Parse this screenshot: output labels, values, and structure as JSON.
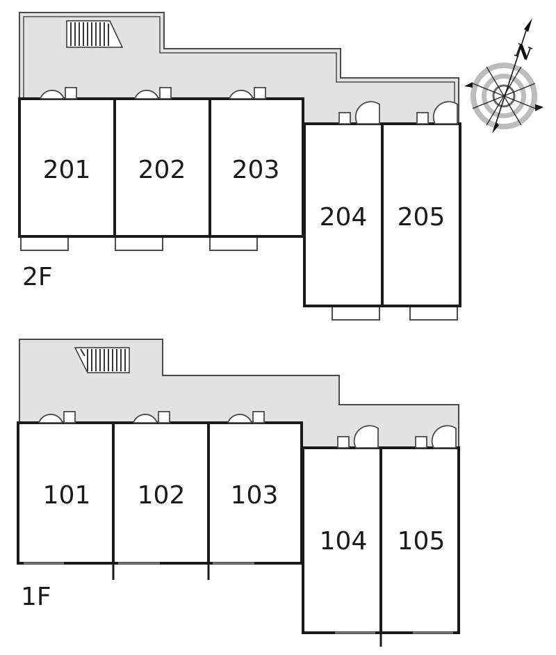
{
  "floors": [
    {
      "label": "2F",
      "rooms": [
        "201",
        "202",
        "203",
        "204",
        "205"
      ]
    },
    {
      "label": "1F",
      "rooms": [
        "101",
        "102",
        "103",
        "104",
        "105"
      ]
    }
  ],
  "compass": {
    "north_letter": "N",
    "icon": "compass-rose-icon"
  },
  "colors": {
    "corridor": "#e2e2e2",
    "walls": "#1a1a1a",
    "compass_ring": "#999999"
  }
}
